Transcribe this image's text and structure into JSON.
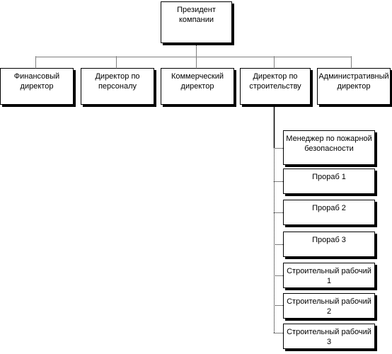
{
  "president": "Президент\nкомпании",
  "directors": [
    "Финансовый\nдиректор",
    "Директор по\nперсоналу",
    "Коммерческий\nдиректор",
    "Директор по\nстроительству",
    "Административный\nдиректор"
  ],
  "construction_staff": [
    "Менеджер по пожарной\nбезопасности",
    "Прораб 1",
    "Прораб 2",
    "Прораб 3",
    "Строительный рабочий 1",
    "Строительный рабочий 2",
    "Строительный рабочий 3"
  ]
}
